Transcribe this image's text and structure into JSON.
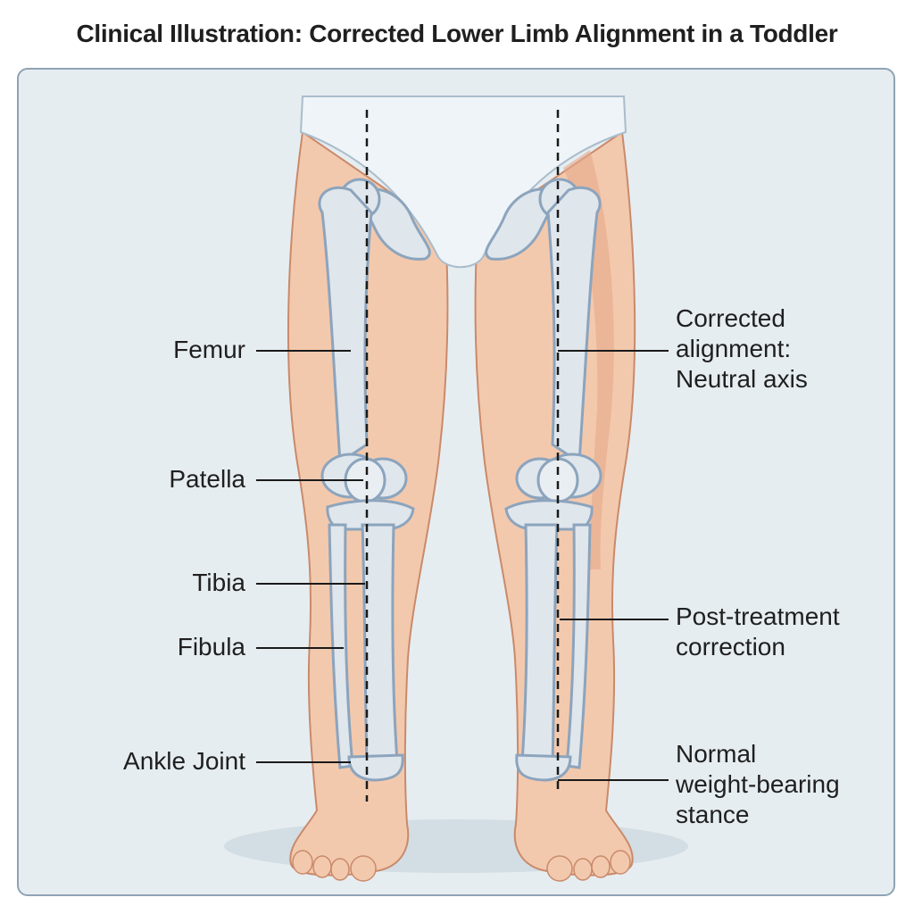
{
  "title": "Clinical Illustration: Corrected Lower Limb Alignment in a Toddler",
  "labels_left": [
    {
      "id": "femur",
      "text": "Femur"
    },
    {
      "id": "patella",
      "text": "Patella"
    },
    {
      "id": "tibia",
      "text": "Tibia"
    },
    {
      "id": "fibula",
      "text": "Fibula"
    },
    {
      "id": "ankle",
      "text": "Ankle Joint"
    }
  ],
  "labels_right": [
    {
      "id": "alignment",
      "lines": [
        "Corrected",
        "alignment:",
        "Neutral axis"
      ]
    },
    {
      "id": "post",
      "lines": [
        "Post-treatment",
        "correction"
      ]
    },
    {
      "id": "stance",
      "lines": [
        "Normal",
        "weight-bearing",
        "stance"
      ]
    }
  ],
  "colors": {
    "skin": "#f3c9ad",
    "skin_shadow": "#e6a98a",
    "bone": "#dfe6ec",
    "bone_edge": "#8ca4bd",
    "diaper": "#eef4f7",
    "panel_bg": "#e6edf1",
    "axis_line": "#1a1a1a"
  }
}
